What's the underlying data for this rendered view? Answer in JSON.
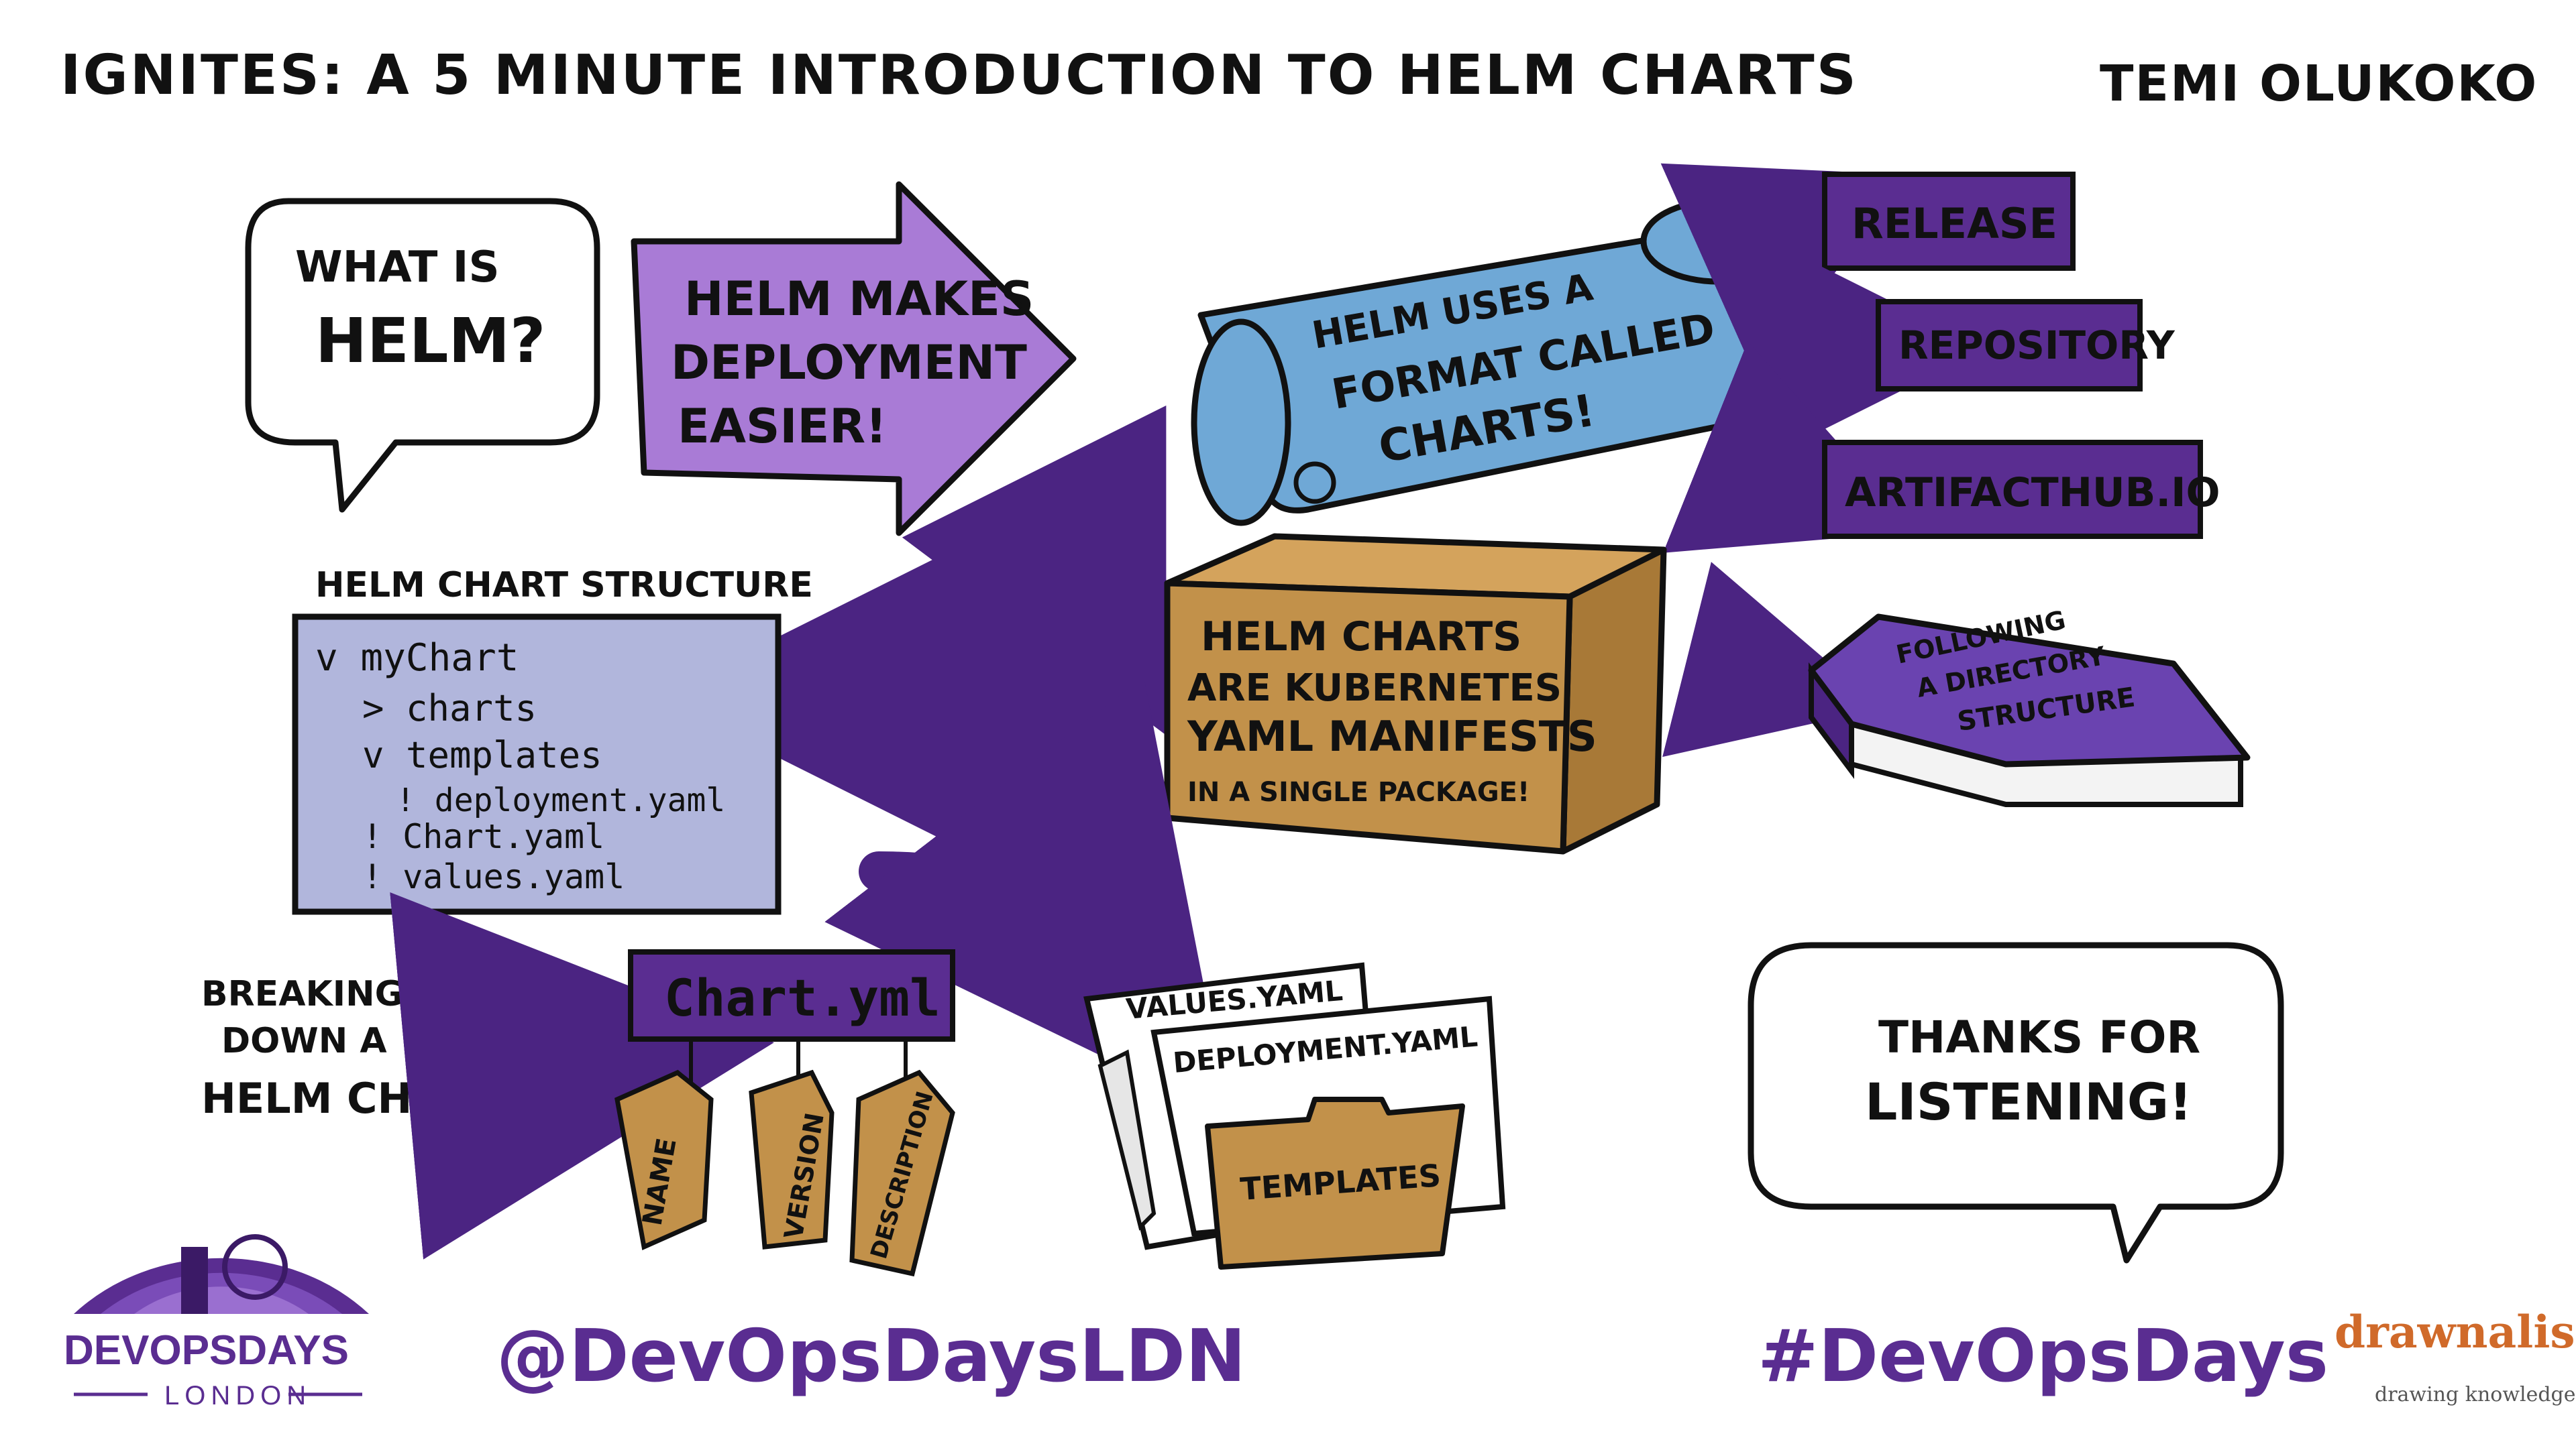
{
  "header": {
    "title": "IGNITES: A 5 MINUTE INTRODUCTION TO HELM CHARTS",
    "author": "TEMI OLUKOKO"
  },
  "speech_question": {
    "line1": "WHAT IS",
    "line2": "HELM?"
  },
  "arrow_big": {
    "line1": "HELM MAKES",
    "line2": "DEPLOYMENT",
    "line3": "EASIER!"
  },
  "scroll": {
    "line1": "HELM USES A",
    "line2": "FORMAT CALLED",
    "line3": "CHARTS!"
  },
  "side_boxes": [
    "RELEASE",
    "REPOSITORY",
    "ARTIFACTHUB.IO"
  ],
  "box": {
    "line1": "HELM CHARTS",
    "line2": "ARE KUBERNETES",
    "line3": "YAML MANIFESTS",
    "line4": "IN A SINGLE PACKAGE!"
  },
  "book": {
    "line1": "FOLLOWING",
    "line2": "A DIRECTORY",
    "line3": "STRUCTURE"
  },
  "structure": {
    "title": "HELM CHART STRUCTURE",
    "lines": [
      "v myChart",
      "> charts",
      "v templates",
      "! deployment.yaml",
      "! Chart.yaml",
      "! values.yaml"
    ]
  },
  "breaking": {
    "line1": "BREAKING",
    "line2": "DOWN A",
    "line3": "HELM CHART"
  },
  "chart_yml": {
    "label": "Chart.yml",
    "tags": [
      "NAME",
      "VERSION",
      "DESCRIPTION"
    ]
  },
  "files": {
    "file1": "VALUES.YAML",
    "file2": "DEPLOYMENT.YAML",
    "folder": "TEMPLATES"
  },
  "speech_thanks": {
    "line1": "THANKS FOR",
    "line2": "LISTENING!"
  },
  "footer": {
    "logo_name": "DEVOPSDAYS",
    "logo_city": "LONDON",
    "handle": "@DevOpsDaysLDN",
    "hashtag": "#DevOpsDays",
    "brand": "drawnalism",
    "brand_tagline": "drawing knowledge"
  },
  "colors": {
    "purple_dark": "#5a2d91",
    "purple_light": "#a97bd6",
    "scroll_blue": "#6fa8d6",
    "cardboard": "#c2914a",
    "list_lavender": "#b1b6dc",
    "outline": "#111111"
  }
}
